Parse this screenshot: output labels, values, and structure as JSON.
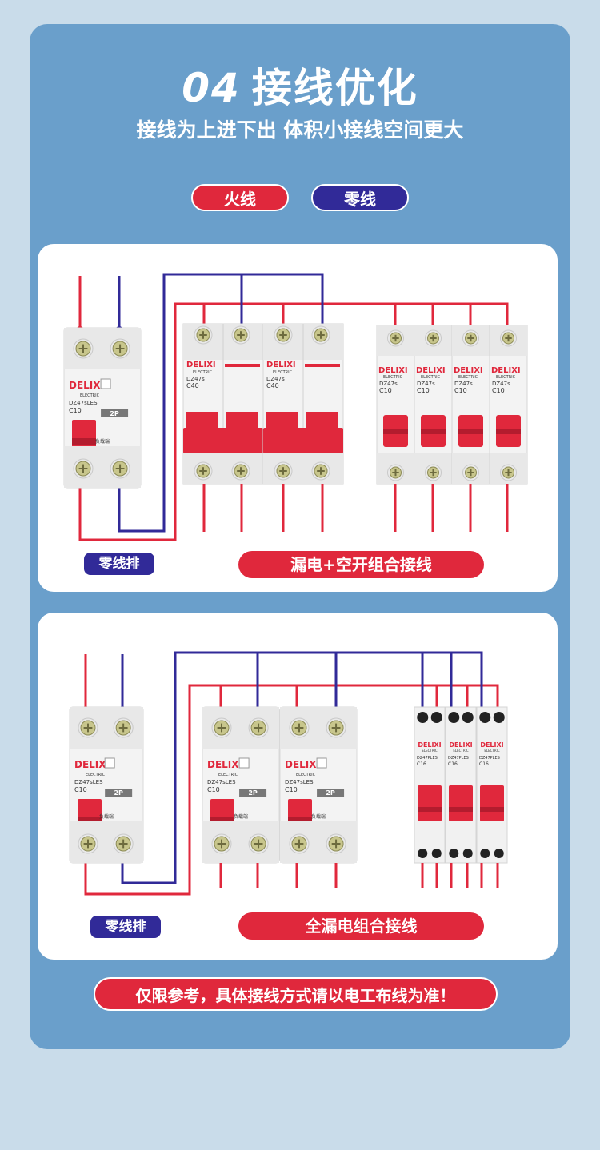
{
  "header": {
    "number": "04",
    "title": "接线优化",
    "subtitle": "接线为上进下出 体积小接线空间更大"
  },
  "legend": {
    "live": "火线",
    "neutral": "零线"
  },
  "colors": {
    "live": "#e0283c",
    "neutral": "#312a98",
    "frame": "#6a9fcb",
    "page": "#c9dcea"
  },
  "panel1": {
    "neutral_bar_label": "零线排",
    "caption": "漏电+空开组合接线",
    "rcbo": {
      "brand": "DELIXI",
      "brand_sub": "ELECTRIC",
      "model": "DZ47sLES",
      "rating": "C10",
      "poles": "2P",
      "bottom_label": "负载端"
    },
    "mcb_2p": {
      "brand": "DELIXI",
      "brand_sub": "ELECTRIC",
      "model": "DZ47s",
      "rating": "C40"
    },
    "mcb_1p": {
      "brand": "DELIXI",
      "brand_sub": "ELECTRIC",
      "model": "DZ47s",
      "rating": "C10"
    }
  },
  "panel2": {
    "neutral_bar_label": "零线排",
    "caption": "全漏电组合接线",
    "rcbo": {
      "brand": "DELIXI",
      "brand_sub": "ELECTRIC",
      "model": "DZ47sLES",
      "rating": "C10",
      "poles": "2P",
      "bottom_label": "负载端"
    },
    "slim": {
      "brand": "DELIXI",
      "brand_sub": "ELECTRIC",
      "model": "DZ47PLES",
      "rating": "C16"
    }
  },
  "footer_note": "仅限参考，具体接线方式请以电工布线为准！"
}
